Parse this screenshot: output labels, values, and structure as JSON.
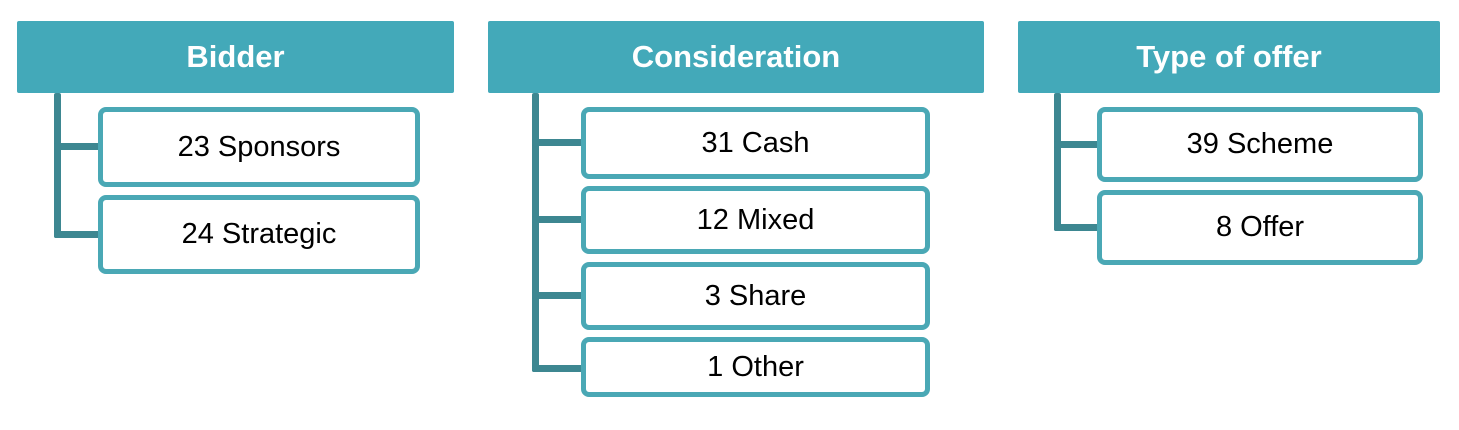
{
  "columns": [
    {
      "header": "Bidder",
      "items": [
        "23 Sponsors",
        "24 Strategic"
      ]
    },
    {
      "header": "Consideration",
      "items": [
        "31 Cash",
        "12 Mixed",
        "3 Share",
        "1 Other"
      ]
    },
    {
      "header": "Type of offer",
      "items": [
        "39 Scheme",
        "8 Offer"
      ]
    }
  ],
  "colors": {
    "header_fill": "#43a9b9",
    "header_text": "#ffffff",
    "connector": "#3d8791",
    "box_border": "#4aa8b5"
  }
}
